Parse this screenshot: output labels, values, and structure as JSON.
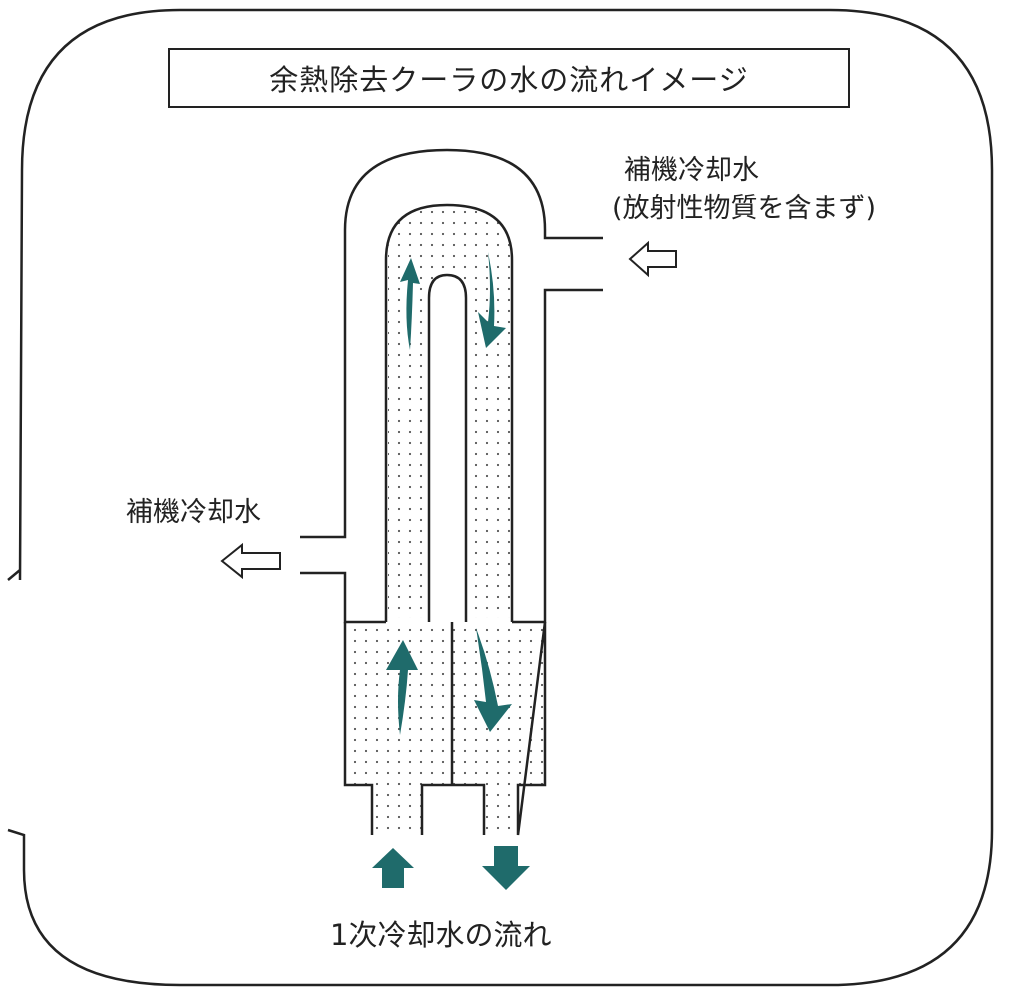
{
  "title": "余熱除去クーラの水の流れイメージ",
  "labels": {
    "aux_in_line1": "補機冷却水",
    "aux_in_line2": "(放射性物質を含まず)",
    "aux_out": "補機冷却水",
    "primary_flow": "1次冷却水の流れ"
  },
  "colors": {
    "line": "#222222",
    "flow_arrow": "#1f6b6b",
    "dots": "#555555",
    "background": "#ffffff"
  },
  "icons": {
    "aux_in_arrow": "hollow-arrow-left",
    "aux_out_arrow": "hollow-arrow-left",
    "primary_in_arrow": "solid-arrow-up",
    "primary_out_arrow": "solid-arrow-down"
  }
}
